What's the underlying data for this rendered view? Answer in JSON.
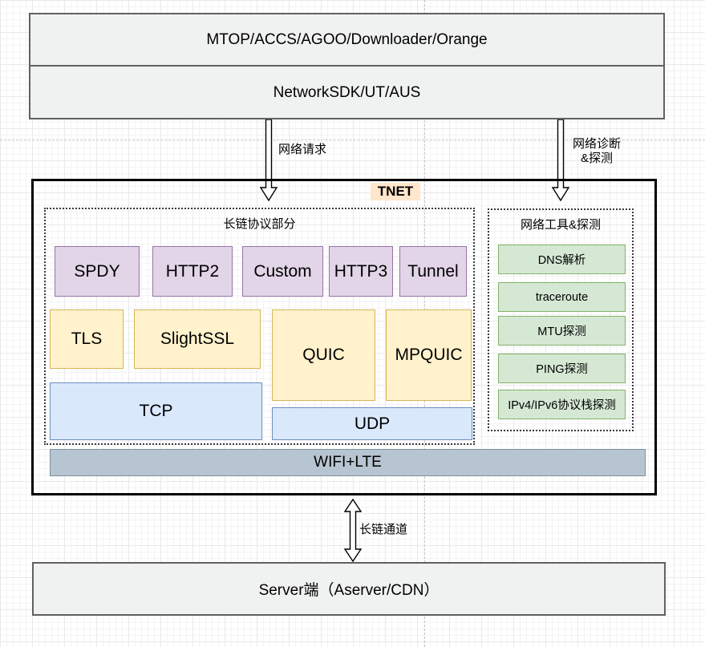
{
  "app_layer": {
    "top_row": "MTOP/ACCS/AGOO/Downloader/Orange",
    "bottom_row": "NetworkSDK/UT/AUS"
  },
  "arrows": {
    "request_label": "网络请求",
    "diagnostic_label_line1": "网络诊断",
    "diagnostic_label_line2": "&探测",
    "channel_label": "长链通道"
  },
  "tnet": {
    "tag": "TNET",
    "protocol_section": {
      "title": "长链协议部分",
      "protocol_boxes": [
        "SPDY",
        "HTTP2",
        "Custom",
        "HTTP3",
        "Tunnel"
      ],
      "security_boxes": [
        "TLS",
        "SlightSSL",
        "QUIC",
        "MPQUIC"
      ],
      "transport_boxes": [
        "TCP",
        "UDP"
      ]
    },
    "tools_section": {
      "title": "网络工具&探测",
      "tools": [
        "DNS解析",
        "traceroute",
        "MTU探测",
        "PING探测",
        "IPv4/IPv6协议栈探测"
      ]
    },
    "link_layer": "WIFI+LTE"
  },
  "server": {
    "label": "Server端（Aserver/CDN）"
  },
  "colors": {
    "protocol_fill": "#e1d5e7",
    "protocol_border": "#9673a6",
    "security_fill": "#fff2cc",
    "security_border": "#d6b656",
    "transport_fill": "#dae8fc",
    "transport_border": "#6c8ebf",
    "tool_fill": "#d5e8d4",
    "tool_border": "#82b366",
    "gray_fill": "#f0f1f1",
    "gray_border": "#616161",
    "wifi_fill": "#b6c5d1",
    "wifi_border": "#7b91a0",
    "tnet_tag_fill": "#ffe6cc",
    "frame_border": "#000000"
  }
}
